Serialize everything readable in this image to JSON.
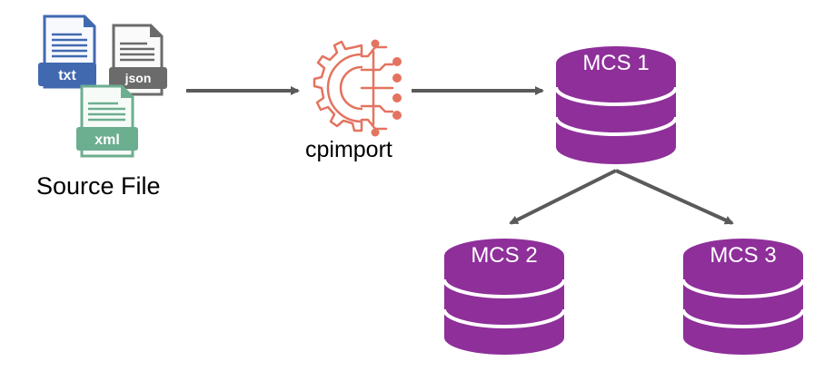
{
  "source": {
    "label": "Source File",
    "files": [
      {
        "ext": "txt",
        "color": "#4169b0",
        "icon": "document-icon"
      },
      {
        "ext": "json",
        "color": "#6b6b6b",
        "icon": "document-icon"
      },
      {
        "ext": "xml",
        "color": "#6cae90",
        "icon": "document-icon"
      }
    ]
  },
  "tool": {
    "label": "cpimport",
    "icon": "gear-circuit-icon",
    "color": "#e4735f"
  },
  "nodes": [
    {
      "label": "MCS 1",
      "icon": "database-icon"
    },
    {
      "label": "MCS 2",
      "icon": "database-icon"
    },
    {
      "label": "MCS 3",
      "icon": "database-icon"
    }
  ],
  "colors": {
    "database": "#8e2f9a",
    "arrow": "#5a5a5a"
  }
}
